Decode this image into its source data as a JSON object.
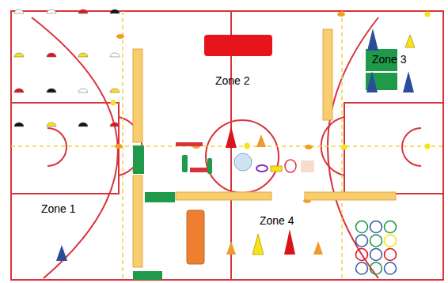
{
  "diagram": {
    "labels": [
      "Zone 1",
      "Zone 2",
      "Zone 3",
      "Zone 4"
    ]
  }
}
